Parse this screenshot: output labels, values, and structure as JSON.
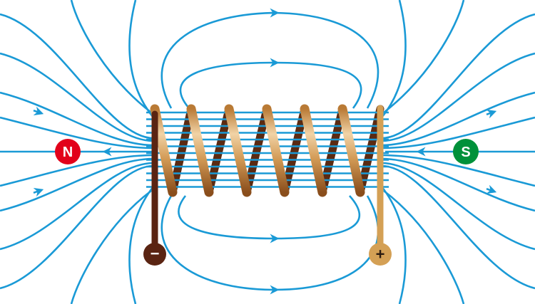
{
  "diagram": {
    "poles": {
      "north": {
        "label": "N",
        "color": "#e2001a"
      },
      "south": {
        "label": "S",
        "color": "#00913a"
      }
    },
    "terminals": {
      "negative": {
        "label": "−",
        "color": "#5a2412"
      },
      "positive": {
        "label": "+",
        "color": "#d4a055"
      }
    },
    "field_line_color": "#1a9ad6",
    "coil_turns": 6
  }
}
